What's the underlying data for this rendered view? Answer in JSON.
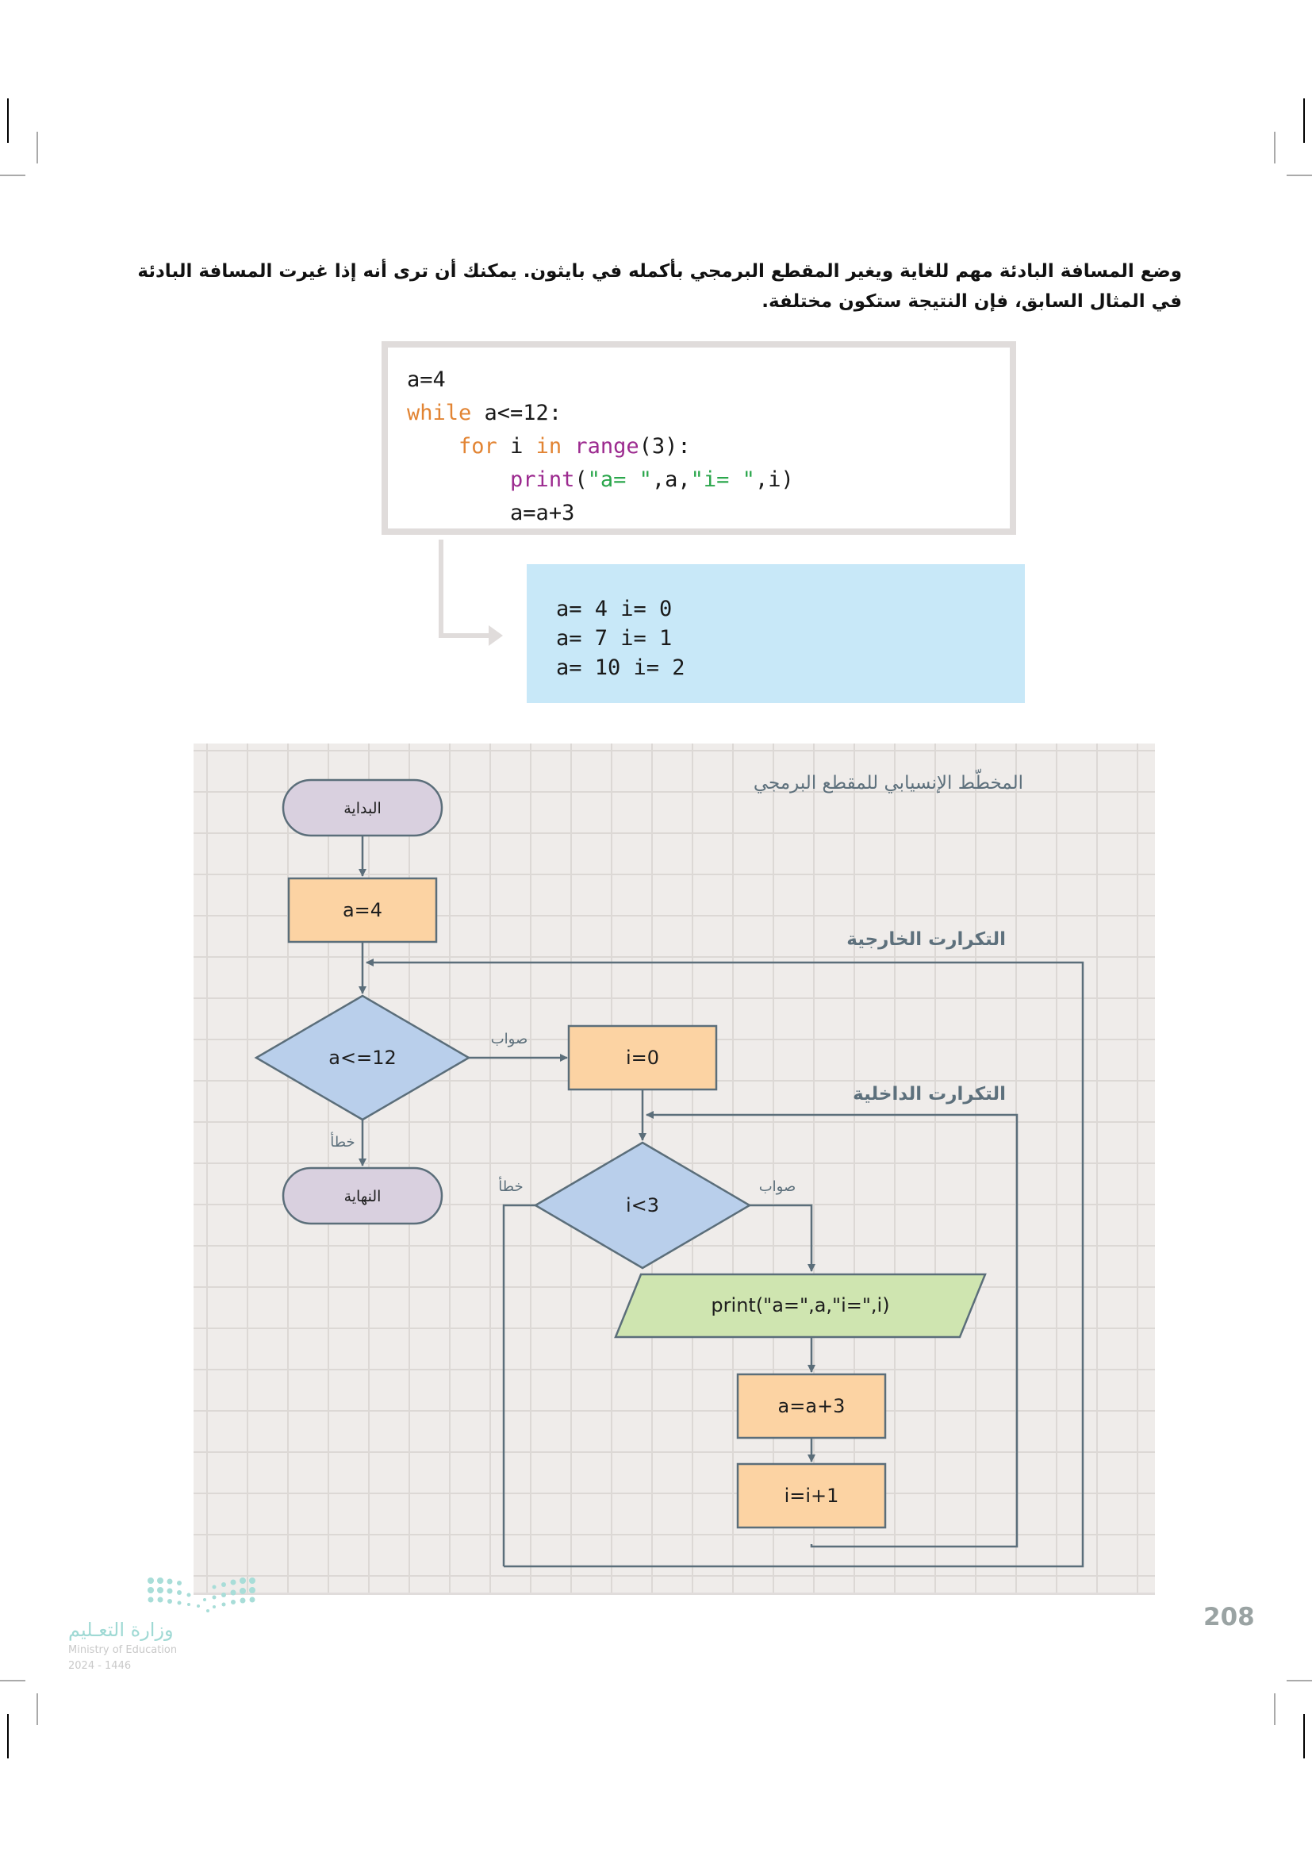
{
  "page": {
    "intro_paragraph": "وضع المسافة البادئة مهم للغاية ويغير المقطع البرمجي بأكمله في بايثون. يمكنك أن ترى أنه إذا غيرت المسافة البادئة في المثال السابق، فإن النتيجة ستكون مختلفة.",
    "page_number": "208"
  },
  "code": {
    "lines": [
      {
        "indent": "",
        "tokens": [
          {
            "t": "a=4",
            "c": "plain"
          }
        ]
      },
      {
        "indent": "",
        "tokens": [
          {
            "t": "while",
            "c": "kw"
          },
          {
            "t": " a<=12:",
            "c": "plain"
          }
        ]
      },
      {
        "indent": "    ",
        "tokens": [
          {
            "t": "for",
            "c": "kw"
          },
          {
            "t": " i ",
            "c": "plain"
          },
          {
            "t": "in",
            "c": "kw"
          },
          {
            "t": " ",
            "c": "plain"
          },
          {
            "t": "range",
            "c": "fn"
          },
          {
            "t": "(3):",
            "c": "plain"
          }
        ]
      },
      {
        "indent": "        ",
        "tokens": [
          {
            "t": "print",
            "c": "fn"
          },
          {
            "t": "(",
            "c": "plain"
          },
          {
            "t": "\"a= \"",
            "c": "str"
          },
          {
            "t": ",a,",
            "c": "plain"
          },
          {
            "t": "\"i= \"",
            "c": "str"
          },
          {
            "t": ",i)",
            "c": "plain"
          }
        ]
      },
      {
        "indent": "        ",
        "tokens": [
          {
            "t": "a=a+3",
            "c": "plain"
          }
        ]
      }
    ]
  },
  "output": {
    "lines": [
      "a= 4 i= 0",
      "a= 7 i= 1",
      "a= 10 i= 2"
    ]
  },
  "flowchart": {
    "title": "المخطّط الإنسيابي للمقطع البرمجي",
    "outer_loop_label": "التكرارت الخارجية",
    "inner_loop_label": "التكرارت الداخلية",
    "start": "البداية",
    "end": "النهاية",
    "init_a": "a=4",
    "cond_outer": "a<=12",
    "init_i": "i=0",
    "cond_inner": "i<3",
    "print_stmt": "print(\"a=\",a,\"i=\",i)",
    "inc_a": "a=a+3",
    "inc_i": "i=i+1",
    "true_label": "صواب",
    "false_label": "خطأ"
  },
  "logo": {
    "arabic": "وزارة التعـليم",
    "english": "Ministry of Education",
    "year": "2024 - 1446"
  },
  "colors": {
    "terminal_fill": "#d9d0df",
    "process_fill": "#fcd3a3",
    "decision_fill": "#b9cfeb",
    "io_fill": "#cfe5b0",
    "line": "#5b6e7a",
    "output_bg": "#c8e8f8"
  }
}
